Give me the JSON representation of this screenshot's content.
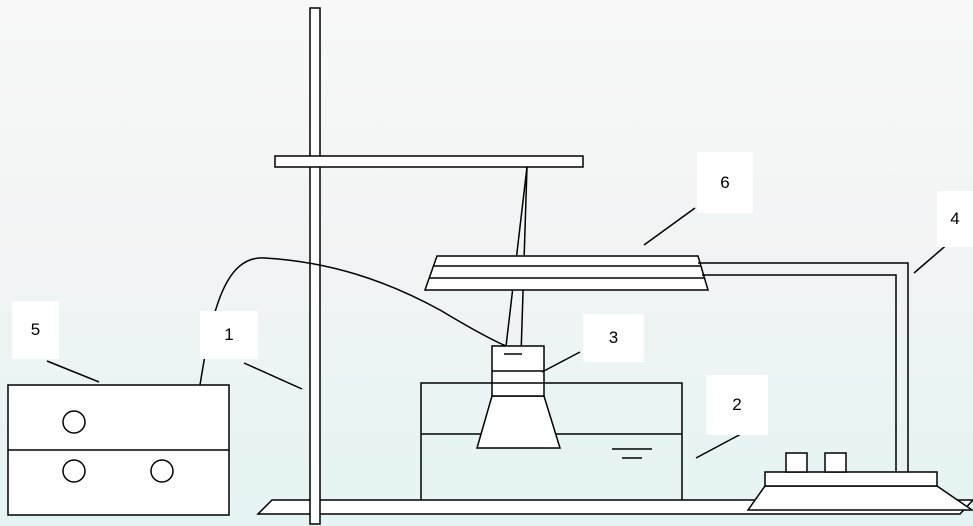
{
  "labels": {
    "l1": "1",
    "l2": "2",
    "l3": "3",
    "l4": "4",
    "l5": "5",
    "l6": "6"
  },
  "colors": {
    "stroke": "#000000",
    "label_bg": "#ffffff"
  }
}
